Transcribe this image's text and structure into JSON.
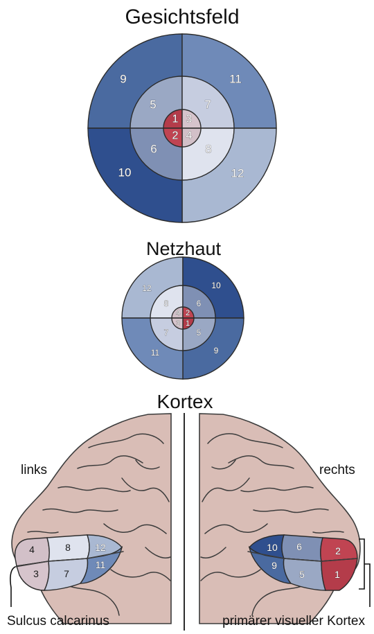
{
  "titles": {
    "visual_field": "Gesichtsfeld",
    "retina": "Netzhaut",
    "cortex": "Kortex"
  },
  "labels": {
    "left": "links",
    "right": "rechts",
    "sulcus": "Sulcus calcarinus",
    "v1": "primärer visueller Kortex"
  },
  "colors": {
    "c1": "#b43c4a",
    "c2": "#c04452",
    "c3": "#d6c4cc",
    "c4": "#d2c0c8",
    "c5": "#9aa8c4",
    "c6": "#7f90b4",
    "c7": "#c6cde0",
    "c8": "#dfe3ee",
    "c9": "#4a6aa0",
    "c10": "#2f4f8e",
    "c11": "#6f8ab8",
    "c12": "#a9b8d2",
    "brain": "#d9bdb6"
  },
  "segments": {
    "s1": "1",
    "s2": "2",
    "s3": "3",
    "s4": "4",
    "s5": "5",
    "s6": "6",
    "s7": "7",
    "s8": "8",
    "s9": "9",
    "s10": "10",
    "s11": "11",
    "s12": "12"
  }
}
